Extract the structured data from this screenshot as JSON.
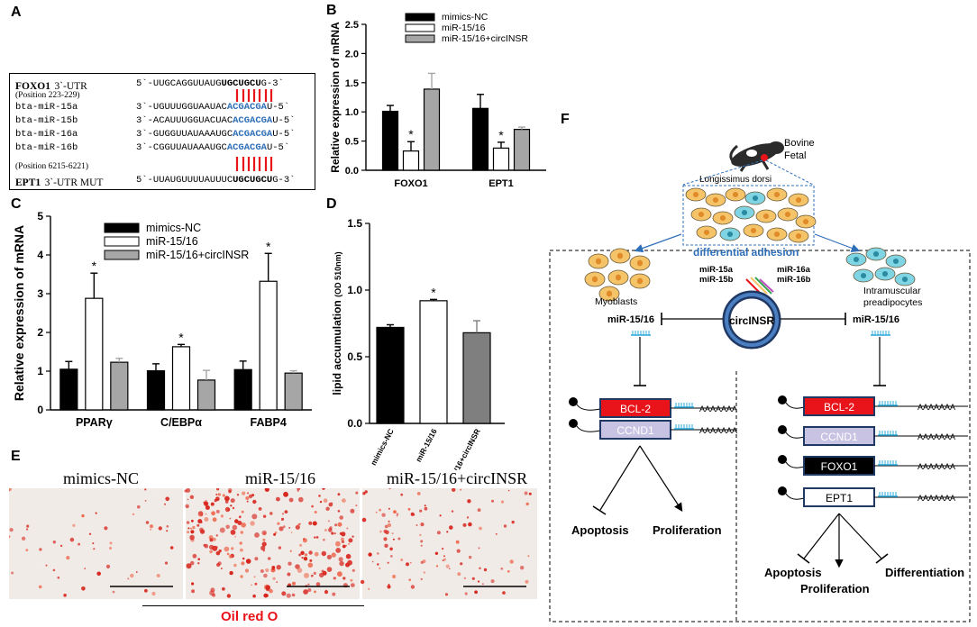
{
  "panel_labels": {
    "A": "A",
    "B": "B",
    "C": "C",
    "D": "D",
    "E": "E",
    "F": "F"
  },
  "panel_a": {
    "rows": [
      {
        "gene": "FOXO1",
        "prefix": "3`-UTR",
        "seq_plain": "5`-UUGCAGGUUAUG",
        "seq_bold": "UGCUGCU",
        "seq_tail": "G-3`"
      },
      {
        "position": "(Position 223-229)"
      },
      {
        "mirna": "bta-miR-15a",
        "seq_plain": "3`-UGUUUGGUAAUAC",
        "seq_blue": "ACGACGA",
        "seq_tail": "U-5`"
      },
      {
        "mirna": "bta-miR-15b",
        "seq_plain": "3`-ACAUUUGGUACUAC",
        "seq_blue": "ACGACGA",
        "seq_tail": "U-5`"
      },
      {
        "mirna": "bta-miR-16a",
        "seq_plain": "3`-GUGGUUAUAAAUGC",
        "seq_blue": "ACGACGA",
        "seq_tail": "U-5`"
      },
      {
        "mirna": "bta-miR-16b",
        "seq_plain": "3`-CGGUUAUAAAUGC",
        "seq_blue": "ACGACGA",
        "seq_tail": "U-5`"
      },
      {
        "position": "(Position 6215-6221)"
      },
      {
        "gene": "EPT1",
        "prefix": "3`-UTR MUT",
        "seq_plain": "5`-UUAUGUUUUAUUUC",
        "seq_bold": "UGCUGCU",
        "seq_tail": "G-3`"
      }
    ]
  },
  "chart_data": [
    {
      "id": "B",
      "type": "bar",
      "ylabel": "Relative expression of mRNA",
      "ylim": [
        0,
        2.5
      ],
      "yticks": [
        "0.0",
        "0.5",
        "1.0",
        "1.5",
        "2.0",
        "2.5"
      ],
      "categories": [
        "FOXO1",
        "EPT1"
      ],
      "legend_position": "top",
      "series": [
        {
          "name": "mimics-NC",
          "values": [
            1.01,
            1.06
          ],
          "errors": [
            0.1,
            0.24
          ],
          "fill": "#000000"
        },
        {
          "name": "miR-15/16",
          "values": [
            0.33,
            0.38
          ],
          "errors": [
            0.16,
            0.1
          ],
          "fill": "#ffffff",
          "stars": [
            true,
            true
          ]
        },
        {
          "name": "miR-15/16+circINSR",
          "values": [
            1.39,
            0.7
          ],
          "errors": [
            0.27,
            0.04
          ],
          "fill": "#a6a6a6"
        }
      ],
      "star": "*"
    },
    {
      "id": "C",
      "type": "bar",
      "ylabel": "Relative expression of mRNA",
      "ylim": [
        0,
        5
      ],
      "yticks": [
        "0",
        "1",
        "2",
        "3",
        "4",
        "5"
      ],
      "categories": [
        "PPARγ",
        "C/EBPα",
        "FABP4"
      ],
      "legend_position": "top",
      "series": [
        {
          "name": "mimics-NC",
          "values": [
            1.05,
            1.01,
            1.04
          ],
          "errors": [
            0.2,
            0.18,
            0.22
          ],
          "fill": "#000000"
        },
        {
          "name": "miR-15/16",
          "values": [
            2.88,
            1.63,
            3.32
          ],
          "errors": [
            0.65,
            0.06,
            0.72
          ],
          "fill": "#ffffff",
          "stars": [
            true,
            true,
            true
          ]
        },
        {
          "name": "miR-15/16+circINSR",
          "values": [
            1.23,
            0.77,
            0.95
          ],
          "errors": [
            0.1,
            0.25,
            0.06
          ],
          "fill": "#a6a6a6"
        }
      ],
      "star": "*"
    },
    {
      "id": "D",
      "type": "bar",
      "ylabel": "lipid accumulation",
      "ylabel_unit": "(OD 510nm)",
      "ylim": [
        0,
        1.5
      ],
      "yticks": [
        "0.0",
        "0.5",
        "1.0",
        "1.5"
      ],
      "categories": [
        "mimics-NC",
        "miR-15/16",
        "miR-15/16+circINSR"
      ],
      "values": [
        0.72,
        0.92,
        0.68
      ],
      "errors": [
        0.02,
        0.01,
        0.09
      ],
      "fills": [
        "#000000",
        "#ffffff",
        "#7f7f7f"
      ],
      "stars": [
        false,
        true,
        false
      ],
      "star": "*"
    }
  ],
  "panel_e": {
    "titles": [
      "mimics-NC",
      "miR-15/16",
      "miR-15/16+circINSR"
    ],
    "caption": "Oil red O",
    "caption_color": "#e8141a"
  },
  "panel_f": {
    "bovine": "Bovine",
    "fetal": "Fetal",
    "tissue": "Longissimus dorsi",
    "differential": "differential adhesion",
    "myoblasts": "Myoblasts",
    "intramuscular": "Intramuscular",
    "preadipocytes": "preadipocytes",
    "mir15a": "miR-15a",
    "mir15b": "miR-15b",
    "mir16a": "miR-16a",
    "mir16b": "miR-16b",
    "circ": "circINSR",
    "mir_left": "miR-15/16",
    "mir_right": "miR-15/16",
    "bcl2": "BCL-2",
    "ccnd1": "CCND1",
    "foxo1": "FOXO1",
    "ept1": "EPT1",
    "polyA": "AAAAAAA",
    "apoptosis_left": "Apoptosis",
    "proliferation_left": "Proliferation",
    "apoptosis_right": "Apoptosis",
    "proliferation_right": "Proliferation",
    "differentiation": "Differentiation",
    "colors": {
      "blue": "#2f6fb8",
      "red": "#e8141a",
      "lavender": "#c8c3e3",
      "cyan": "#4fc3d6",
      "cell": "#f5c469",
      "navy": "#1f3864"
    }
  }
}
